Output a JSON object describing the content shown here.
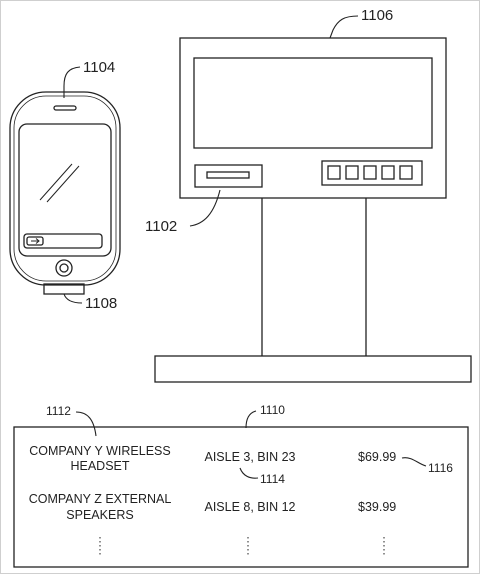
{
  "refs": {
    "mobile_device": "1104",
    "kiosk": "1106",
    "reader": "1102",
    "attachment": "1108",
    "listing": "1110",
    "product_column": "1112",
    "location_label": "1114",
    "price_label": "1116"
  },
  "listing": {
    "rows": [
      {
        "product_line1": "COMPANY Y WIRELESS",
        "product_line2": "HEADSET",
        "location": "AISLE 3, BIN 23",
        "price": "$69.99"
      },
      {
        "product_line1": "COMPANY Z EXTERNAL",
        "product_line2": "SPEAKERS",
        "location": "AISLE 8, BIN 12",
        "price": "$39.99"
      }
    ]
  }
}
